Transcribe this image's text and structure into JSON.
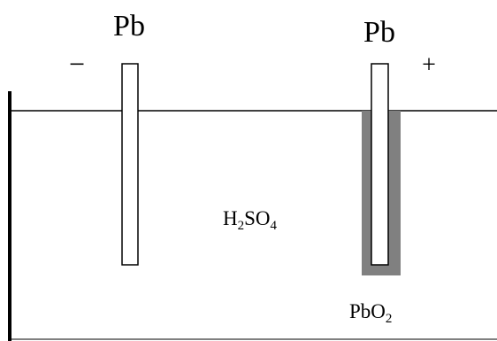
{
  "diagram": {
    "electrode_left": {
      "metal": "Pb",
      "sign": "−"
    },
    "electrode_right": {
      "metal": "Pb",
      "sign": "+",
      "coating": {
        "base": "PbO",
        "subscript": "2"
      }
    },
    "electrolyte": {
      "part1": "H",
      "sub1": "2",
      "part2": "SO",
      "sub2": "4"
    },
    "colors": {
      "line": "#000000",
      "coating": "#808080",
      "background": "#ffffff"
    }
  }
}
